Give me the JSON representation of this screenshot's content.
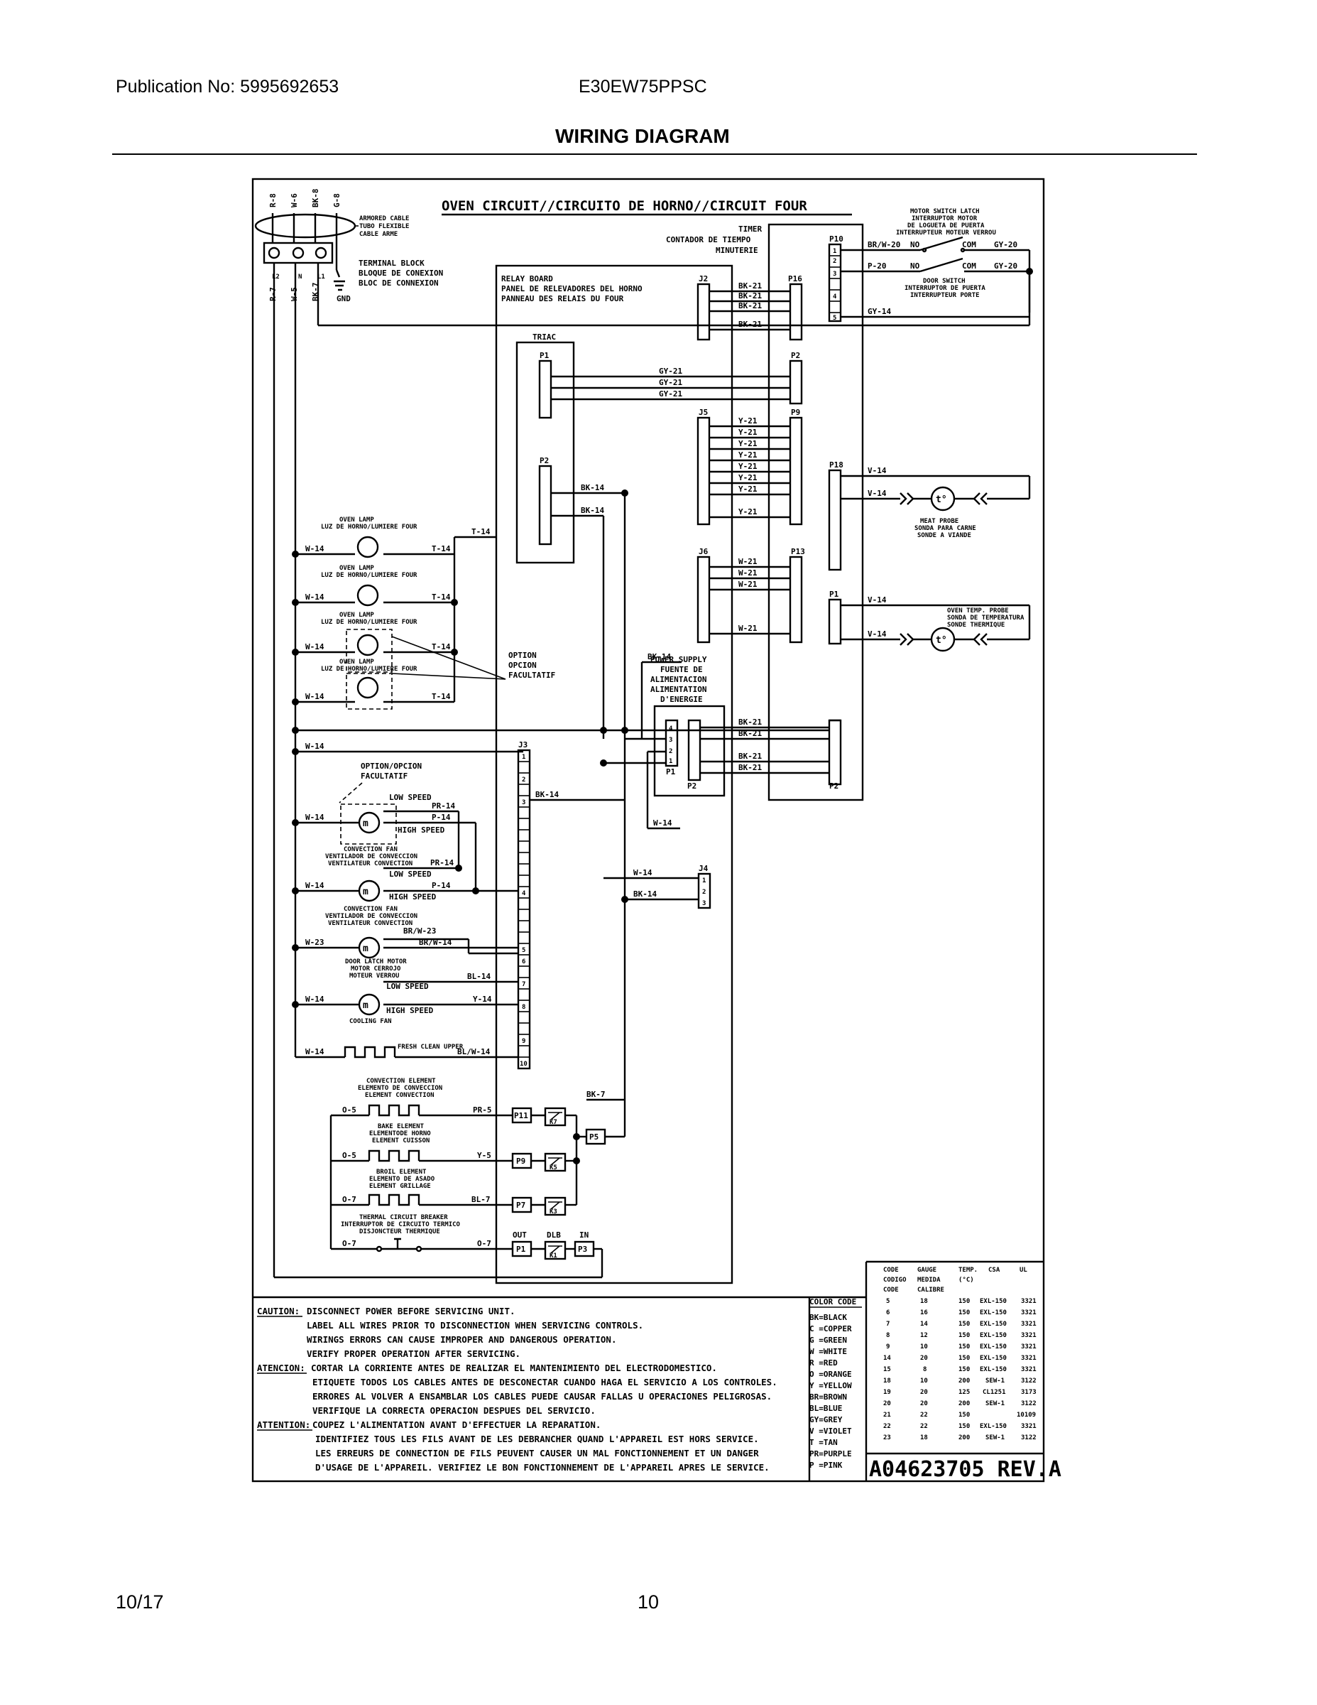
{
  "header": {
    "publication": "Publication No: 5995692653",
    "model": "E30EW75PPSC",
    "title": "WIRING DIAGRAM"
  },
  "footer": {
    "date": "10/17",
    "page": "10"
  },
  "diagram": {
    "title": "OVEN CIRCUIT//CIRCUITO DE HORNO//CIRCUIT FOUR",
    "supply_wires": [
      "R-8",
      "W-6",
      "BK-8",
      "G-8"
    ],
    "armored_cable": [
      "ARMORED CABLE",
      "TUBO FLEXIBLE",
      "CABLE ARME"
    ],
    "terminal_block": [
      "TERMINAL BLOCK",
      "BLOQUE DE CONEXION",
      "BLOC DE CONNEXION"
    ],
    "terminal_labels": [
      "L2",
      "N",
      "L1"
    ],
    "gnd": "GND",
    "supply_leads": [
      "R-7",
      "W-5",
      "BK-7"
    ],
    "relay_board": [
      "RELAY BOARD",
      "PANEL DE RELEVADORES DEL HORNO",
      "PANNEAU DES RELAIS DU FOUR"
    ],
    "timer": [
      "TIMER",
      "CONTADOR DE TIEMPO",
      "MINUTERIE"
    ],
    "motor_switch": [
      "MOTOR SWITCH LATCH",
      "INTERRUPTOR MOTOR",
      "DE LOGUETA DE PUERTA",
      "INTERRUPTEUR MOTEUR VERROU"
    ],
    "door_switch": [
      "DOOR SWITCH",
      "INTERRUPTOR DE PUERTA",
      "INTERRUPTEUR PORTE"
    ],
    "switch_no": "NO",
    "switch_com": "COM",
    "p10_wires": [
      "BR/W-20",
      "GY-20",
      "P-20",
      "GY-20",
      "GY-14"
    ],
    "triac": "TRIAC",
    "connectors": {
      "j2": "J2",
      "p16": "P16",
      "p10": "P10",
      "p1": "P1",
      "p2": "P2",
      "j5": "J5",
      "p9": "P9",
      "p18": "P18",
      "j6": "J6",
      "p13": "P13",
      "j3": "J3",
      "j4": "J4",
      "p1b": "P1",
      "p2b": "P2",
      "p2c": "P2"
    },
    "j2_wires": [
      "BK-21",
      "BK-21",
      "BK-21",
      "BK-21"
    ],
    "gy_wires": [
      "GY-21",
      "GY-21",
      "GY-21"
    ],
    "y_wires": [
      "Y-21",
      "Y-21",
      "Y-21",
      "Y-21",
      "Y-21",
      "Y-21",
      "Y-21",
      "Y-21"
    ],
    "w_wires": [
      "W-21",
      "W-21",
      "W-21",
      "W-21"
    ],
    "v_wires": [
      "V-14",
      "V-14",
      "V-14",
      "V-14"
    ],
    "bk21_power": [
      "BK-21",
      "BK-21",
      "BK-21",
      "BK-21"
    ],
    "triac_wires": [
      "BK-14",
      "BK-14"
    ],
    "meat_probe": [
      "MEAT PROBE",
      "SONDA PARA CARNE",
      "SONDE A VIANDE"
    ],
    "oven_probe": [
      "OVEN TEMP. PROBE",
      "SONDA DE TEMPERATURA",
      "SONDE THERMIQUE"
    ],
    "oven_lamp": [
      "OVEN LAMP",
      "LUZ DE HORNO/LUMIERE FOUR"
    ],
    "t14": "T-14",
    "w14": "W-14",
    "option": [
      "OPTION",
      "OPCION",
      "FACULTATIF"
    ],
    "option2": [
      "OPTION/OPCION",
      "FACULTATIF"
    ],
    "bk14": "BK-14",
    "power_supply": [
      "POWER SUPPLY",
      "FUENTE DE",
      "ALIMENTACION",
      "ALIMENTATION",
      "D'ENERGIE"
    ],
    "low_speed": "LOW SPEED",
    "high_speed": "HIGH SPEED",
    "pr14": "PR-14",
    "p14": "P-14",
    "conv_fan_opt": [
      "CONVECTION FAN",
      "VENTILADOR DE CONVECCION",
      "VENTILATEUR CONVECTION"
    ],
    "w23": "W-23",
    "brw23": "BR/W-23",
    "brw14": "BR/W-14",
    "door_latch": [
      "DOOR LATCH MOTOR",
      "MOTOR CERROJO",
      "MOTEUR VERROU"
    ],
    "bl14": "BL-14",
    "y14": "Y-14",
    "cooling_fan": "COOLING FAN",
    "fresh_clean": "FRESH CLEAN UPPER",
    "blw14": "BL/W-14",
    "convection_element": [
      "CONVECTION ELEMENT",
      "ELEMENTO DE CONVECCION",
      "ELEMENT CONVECTION"
    ],
    "bake_element": [
      "BAKE ELEMENT",
      "ELEMENTODE HORNO",
      "ELEMENT CUISSON"
    ],
    "broil_element": [
      "BROIL ELEMENT",
      "ELEMENTO DE ASADO",
      "ELEMENT GRILLAGE"
    ],
    "breaker": [
      "THERMAL CIRCUIT BREAKER",
      "INTERRUPTOR DE CIRCUITO TERMICO",
      "DISJONCTEUR THERMIQUE"
    ],
    "o5": "O-5",
    "o7": "O-7",
    "pr5": "PR-5",
    "y5": "Y-5",
    "bl7": "BL-7",
    "bk7": "BK-7",
    "relay_plugs": [
      "P11",
      "P9",
      "P7",
      "P1",
      "P5",
      "P3"
    ],
    "relays": [
      "K7",
      "K5",
      "K3",
      "K1"
    ],
    "out_dlb_in": [
      "OUT",
      "DLB",
      "IN"
    ],
    "temp_sym": "t°"
  },
  "notes": {
    "caution_label": "CAUTION:",
    "caution": [
      "DISCONNECT POWER BEFORE SERVICING UNIT.",
      "LABEL ALL WIRES PRIOR TO DISCONNECTION WHEN SERVICING CONTROLS.",
      "WIRINGS ERRORS CAN CAUSE IMPROPER AND DANGEROUS OPERATION.",
      "VERIFY PROPER OPERATION AFTER SERVICING."
    ],
    "atencion_label": "ATENCION:",
    "atencion": [
      "CORTAR LA CORRIENTE ANTES DE REALIZAR EL MANTENIMIENTO DEL ELECTRODOMESTICO.",
      "ETIQUETE TODOS LOS CABLES ANTES DE DESCONECTAR CUANDO HAGA EL SERVICIO A LOS CONTROLES.",
      "ERRORES AL VOLVER A ENSAMBLAR LOS CABLES PUEDE CAUSAR FALLAS U OPERACIONES PELIGROSAS.",
      "VERIFIQUE LA CORRECTA OPERACION DESPUES DEL SERVICIO."
    ],
    "attention_label": "ATTENTION:",
    "attention": [
      "COUPEZ L'ALIMENTATION AVANT D'EFFECTUER LA REPARATION.",
      "IDENTIFIEZ TOUS LES FILS AVANT DE LES DEBRANCHER QUAND L'APPAREIL EST HORS SERVICE.",
      "LES ERREURS DE CONNECTION DE FILS PEUVENT CAUSER UN MAL FONCTIONNEMENT ET UN DANGER",
      "D'USAGE DE L'APPAREIL. VERIFIEZ LE BON FONCTIONNEMENT DE L'APPAREIL APRES LE SERVICE."
    ]
  },
  "color_code": {
    "title": "COLOR CODE",
    "items": [
      "BK=BLACK",
      "C =COPPER",
      "G =GREEN",
      "W =WHITE",
      "R =RED",
      "O =ORANGE",
      "Y =YELLOW",
      "BR=BROWN",
      "BL=BLUE",
      "GY=GREY",
      "V =VIOLET",
      "T =TAN",
      "PR=PURPLE",
      "P =PINK"
    ]
  },
  "gauge_table": {
    "headers": [
      [
        "CODE",
        "GAUGE",
        "TEMP.",
        "CSA",
        "UL"
      ],
      [
        "CODIGO",
        "MEDIDA",
        "(°C)",
        "",
        ""
      ],
      [
        "CODE",
        "CALIBRE",
        "",
        "",
        ""
      ]
    ],
    "rows": [
      [
        "5",
        "18",
        "150",
        "EXL-150",
        "3321"
      ],
      [
        "6",
        "16",
        "150",
        "EXL-150",
        "3321"
      ],
      [
        "7",
        "14",
        "150",
        "EXL-150",
        "3321"
      ],
      [
        "8",
        "12",
        "150",
        "EXL-150",
        "3321"
      ],
      [
        "9",
        "10",
        "150",
        "EXL-150",
        "3321"
      ],
      [
        "14",
        "20",
        "150",
        "EXL-150",
        "3321"
      ],
      [
        "15",
        "8",
        "150",
        "EXL-150",
        "3321"
      ],
      [
        "18",
        "10",
        "200",
        "SEW-1",
        "3122"
      ],
      [
        "19",
        "20",
        "125",
        "CL1251",
        "3173"
      ],
      [
        "20",
        "20",
        "200",
        "SEW-1",
        "3122"
      ],
      [
        "21",
        "22",
        "150",
        "",
        "10109"
      ],
      [
        "22",
        "22",
        "150",
        "EXL-150",
        "3321"
      ],
      [
        "23",
        "18",
        "200",
        "SEW-1",
        "3122"
      ]
    ]
  },
  "revision": "A04623705 REV.A"
}
